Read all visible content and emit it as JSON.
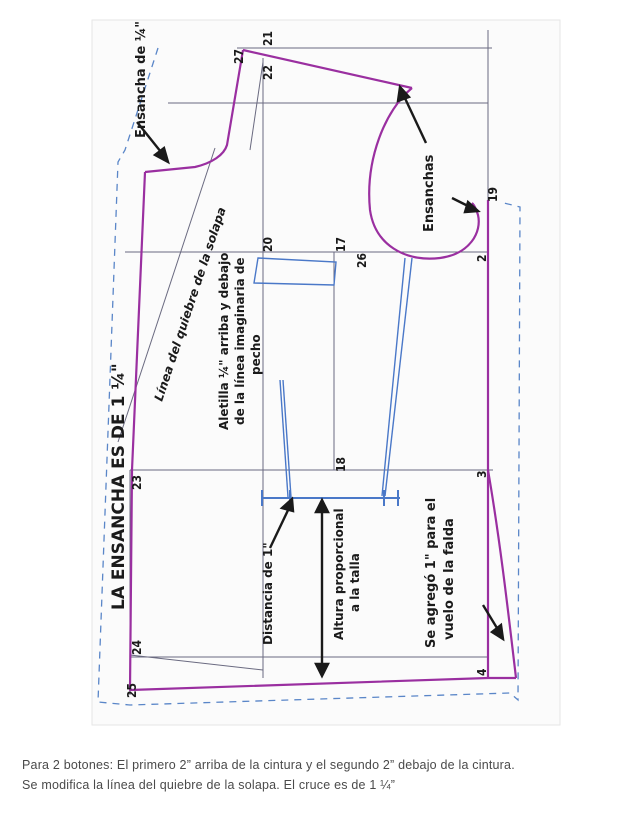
{
  "diagram": {
    "colors": {
      "pattern_line": "#9a2fa0",
      "construction_line": "#6a6a80",
      "blue_line": "#4a78c8",
      "dashed_line": "#5a86c8",
      "ink": "#1a1a1a"
    },
    "title": "LA ENSANCHA ES DE 1 ¼\"",
    "labels": {
      "ensancha_cuarto": "Ensancha de ¼\"",
      "linea_quiebre": "Línea del quiebre de la solapa",
      "aletilla_1": "Aletilla ¼\" arriba y debajo",
      "aletilla_2": "de la línea imaginaria de",
      "aletilla_3": "pecho",
      "ensanchas": "Ensanchas",
      "distancia": "Distancia de 1\"",
      "altura_1": "Altura proporcional",
      "altura_2": "a la talla",
      "agrego_1": "Se agregó 1\" para el",
      "agrego_2": "vuelo de la falda"
    },
    "points": {
      "p27": "27",
      "p21": "21",
      "p22": "22",
      "p20": "20",
      "p17": "17",
      "p26": "26",
      "p19": "19",
      "p2": "2",
      "p18": "18",
      "p23": "23",
      "p3": "3",
      "p24": "24",
      "p4": "4",
      "p25": "25"
    }
  },
  "caption": {
    "line1": "Para 2 botones: El primero 2” arriba de la cintura y el segundo 2” debajo de la cintura.",
    "line2": "Se modifica la línea del quiebre de la solapa. El cruce es de 1 ¼”"
  }
}
